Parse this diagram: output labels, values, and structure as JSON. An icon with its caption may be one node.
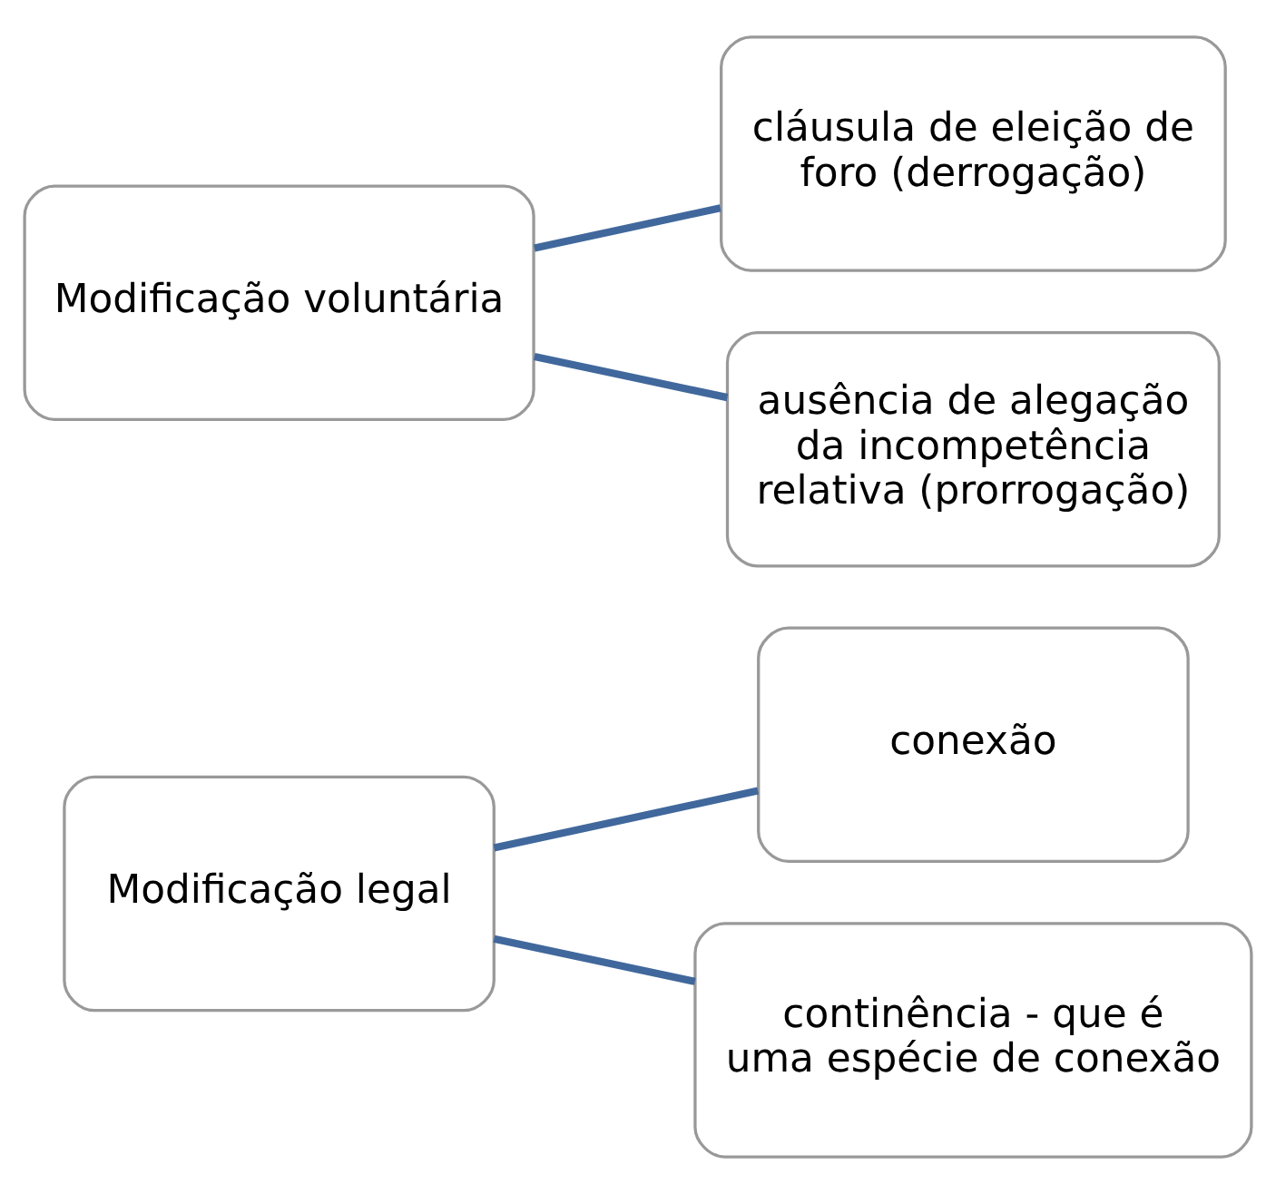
{
  "diagram": {
    "nodes": [
      {
        "text": [
          "Modificação legal"
        ]
      },
      {
        "text": [
          "conexão"
        ]
      },
      {
        "text": [
          "continência - que é uma espécie de conexão"
        ]
      },
      {
        "text": [
          "Modificação voluntária"
        ]
      },
      {
        "text": [
          "cláusula de eleição de foro (derrogação)"
        ]
      },
      {
        "text": [
          "ausência de alegação da incompetência relativa (prorrogação)"
        ]
      }
    ],
    "edges": [
      {
        "from": 0,
        "to": 1,
        "arrow": "none"
      },
      {
        "from": 0,
        "to": 2,
        "arrow": "none"
      },
      {
        "from": 3,
        "to": 4,
        "arrow": "none"
      },
      {
        "from": 3,
        "to": 5,
        "arrow": "none"
      }
    ]
  }
}
